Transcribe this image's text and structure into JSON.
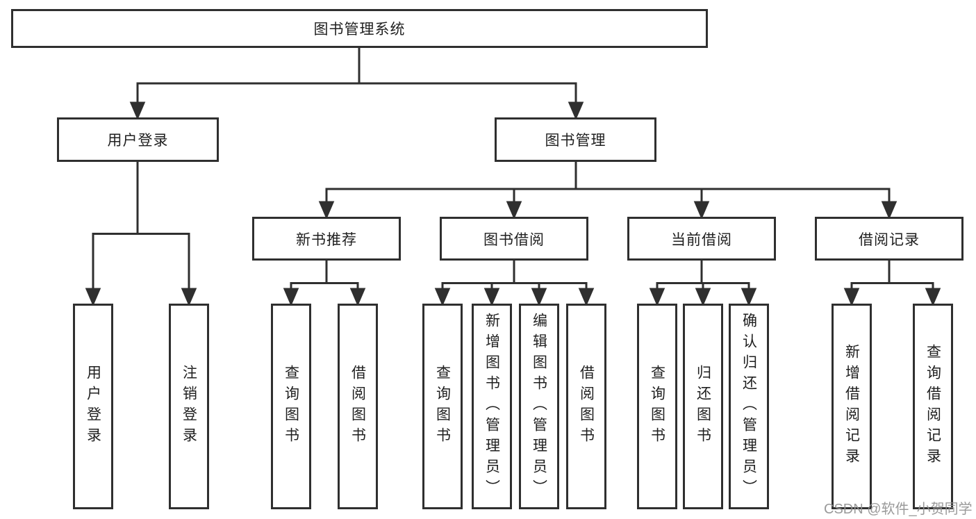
{
  "diagram_title": "图书管理系统",
  "nodes": {
    "root": "图书管理系统",
    "user_login": "用户登录",
    "book_mgmt": "图书管理",
    "new_book_rec": "新书推荐",
    "book_borrow": "图书借阅",
    "current_borrow": "当前借阅",
    "borrow_records": "借阅记录",
    "login": "用户登录",
    "logout": "注销登录",
    "rec_query_books": "查询图书",
    "rec_borrow_books": "借阅图书",
    "bb_query_books": "查询图书",
    "bb_add_books": "新增图书（管理员）",
    "bb_edit_books": "编辑图书（管理员）",
    "bb_borrow_books": "借阅图书",
    "cb_query_books": "查询图书",
    "cb_return_books": "归还图书",
    "cb_confirm_return": "确认归还（管理员）",
    "br_add_record": "新增借阅记录",
    "br_query_record": "查询借阅记录"
  },
  "hierarchy": {
    "root": [
      "user_login",
      "book_mgmt"
    ],
    "user_login": [
      "login",
      "logout"
    ],
    "book_mgmt": [
      "new_book_rec",
      "book_borrow",
      "current_borrow",
      "borrow_records"
    ],
    "new_book_rec": [
      "rec_query_books",
      "rec_borrow_books"
    ],
    "book_borrow": [
      "bb_query_books",
      "bb_add_books",
      "bb_edit_books",
      "bb_borrow_books"
    ],
    "current_borrow": [
      "cb_query_books",
      "cb_return_books",
      "cb_confirm_return"
    ],
    "borrow_records": [
      "br_add_record",
      "br_query_record"
    ]
  },
  "watermark": "CSDN @软件_小贺同学",
  "colors": {
    "line": "#2f2f2f",
    "box_border": "#2f2f2f",
    "text": "#1f1f1f",
    "watermark": "#919191",
    "background": "#ffffff"
  }
}
